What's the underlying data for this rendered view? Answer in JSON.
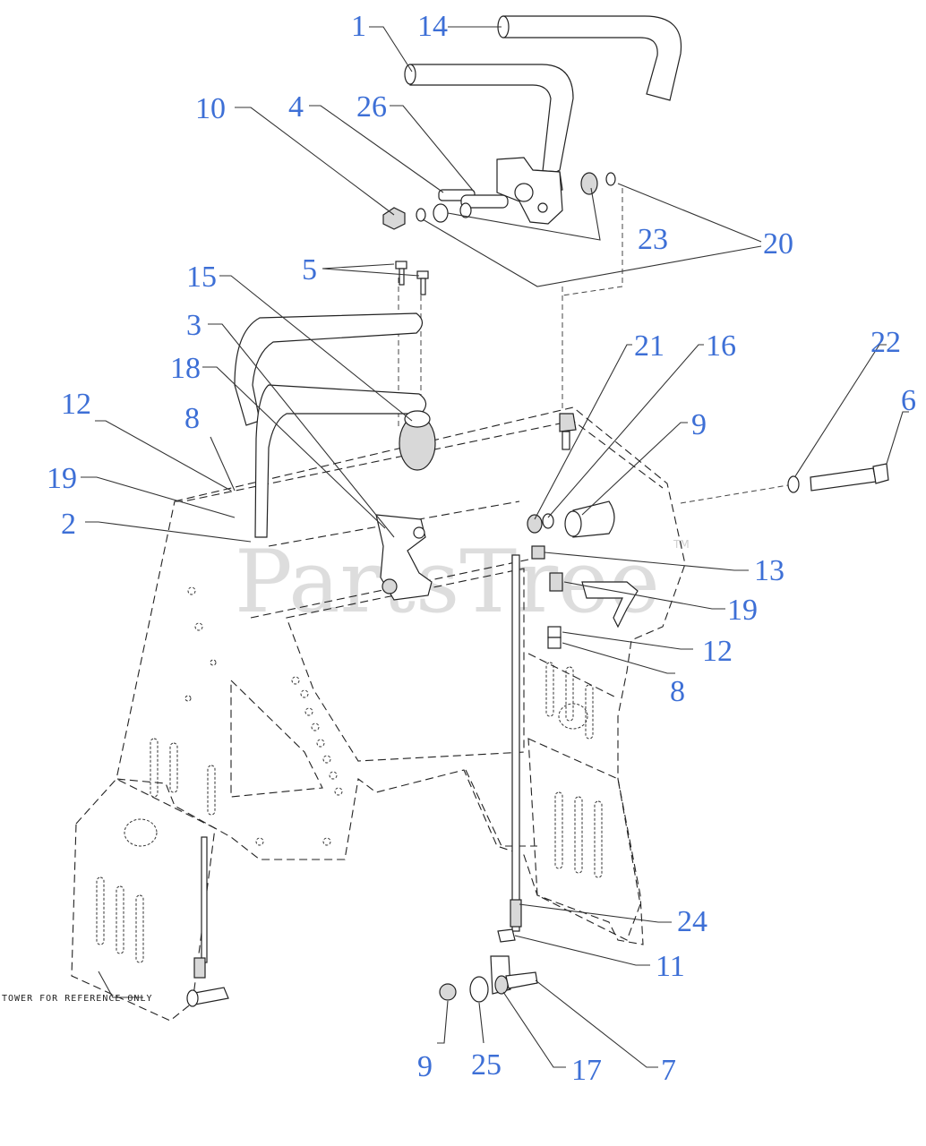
{
  "watermark": {
    "text": "PartsTree",
    "tm": "TM"
  },
  "note": "TOWER FOR REFERENCE ONLY",
  "callouts": [
    "1",
    "14",
    "10",
    "4",
    "26",
    "23",
    "20",
    "5",
    "15",
    "3",
    "18",
    "21",
    "16",
    "22",
    "6",
    "9",
    "12",
    "8",
    "19",
    "2",
    "13",
    "19",
    "12",
    "8",
    "24",
    "11",
    "9",
    "25",
    "17",
    "7"
  ],
  "colors": {
    "callout": "#3d6fd6",
    "line": "#222222",
    "watermark": "#cfcfcf"
  }
}
